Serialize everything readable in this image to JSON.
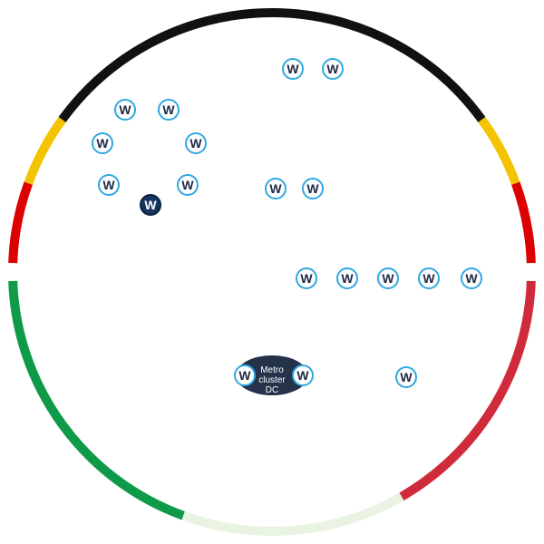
{
  "colors": {
    "black": "#111111",
    "gold": "#f5c400",
    "red_de": "#dd0000",
    "green_it": "#0e9a48",
    "white_it": "#e8f3e2",
    "red_it": "#d02b3a",
    "node_ring": "#2fa8e0",
    "node_text": "#1e2a44",
    "node_dark_fill": "#16365f",
    "node_dark_ring": "#0b2240",
    "dc_fill": "#24324a",
    "dc_text": "#ffffff"
  },
  "node_label": "W",
  "cluster": {
    "label_lines": [
      "Metro",
      "cluster",
      "DC"
    ]
  },
  "icons": {
    "node": "w-node-icon",
    "selected_node": "w-node-selected-icon"
  }
}
